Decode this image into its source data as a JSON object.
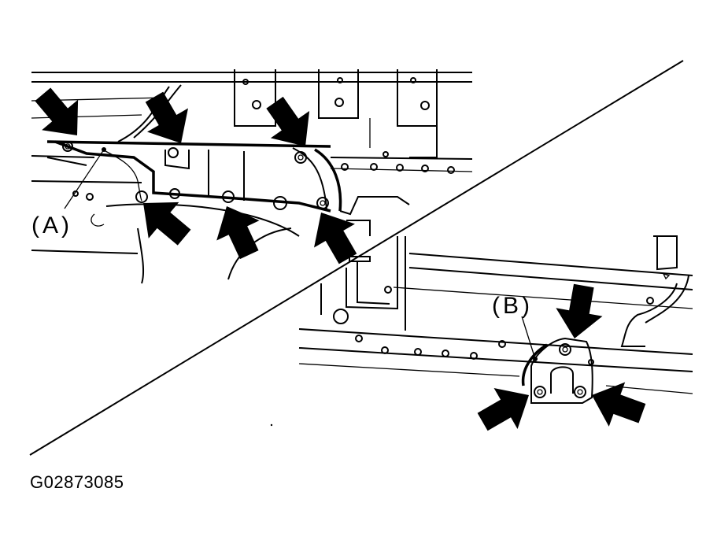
{
  "figure_code": "G02873085",
  "callouts": {
    "a": "(A)",
    "b": "(B)"
  }
}
